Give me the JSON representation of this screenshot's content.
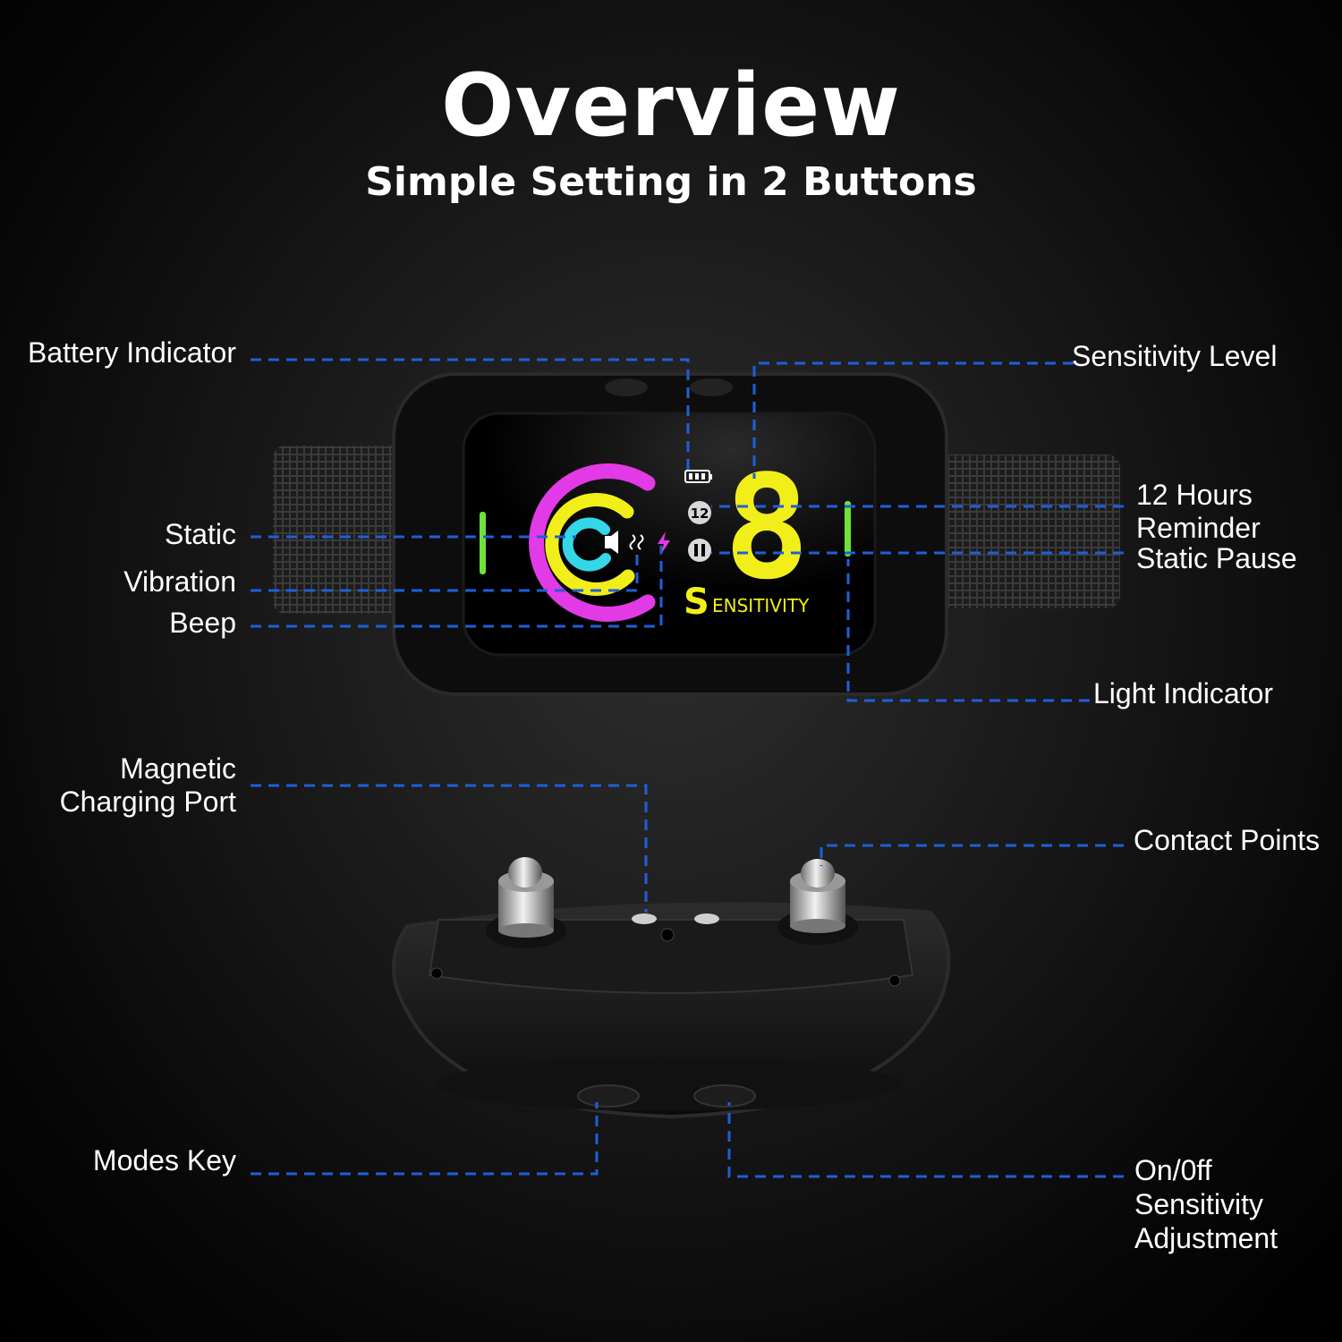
{
  "header": {
    "title": "Overview",
    "subtitle": "Simple Setting in 2 Buttons"
  },
  "display": {
    "digit": "8",
    "sensitivity_text": "ENSITIVITY",
    "sensitivity_initial": "S",
    "timer_badge": "12"
  },
  "labels": {
    "battery_indicator": "Battery Indicator",
    "sensitivity_level": "Sensitivity Level",
    "static": "Static",
    "vibration": "Vibration",
    "beep": "Beep",
    "hours_reminder_1": "12 Hours",
    "hours_reminder_2": "Reminder",
    "static_pause": "Static Pause",
    "light_indicator": "Light Indicator",
    "magnetic_1": "Magnetic",
    "magnetic_2": "Charging Port",
    "contact_points": "Contact Points",
    "modes_key": "Modes Key",
    "onoff_1": "On/0ff",
    "onoff_2": "Sensitivity",
    "onoff_3": "Adjustment"
  },
  "colors": {
    "leader_line": "#1e5fd8",
    "digit_yellow": "#f2ee1a",
    "ring_magenta": "#e23ae6",
    "ring_yellow": "#f2ee1a",
    "ring_cyan": "#33d7e6",
    "indicator_green": "#6fe23a"
  }
}
